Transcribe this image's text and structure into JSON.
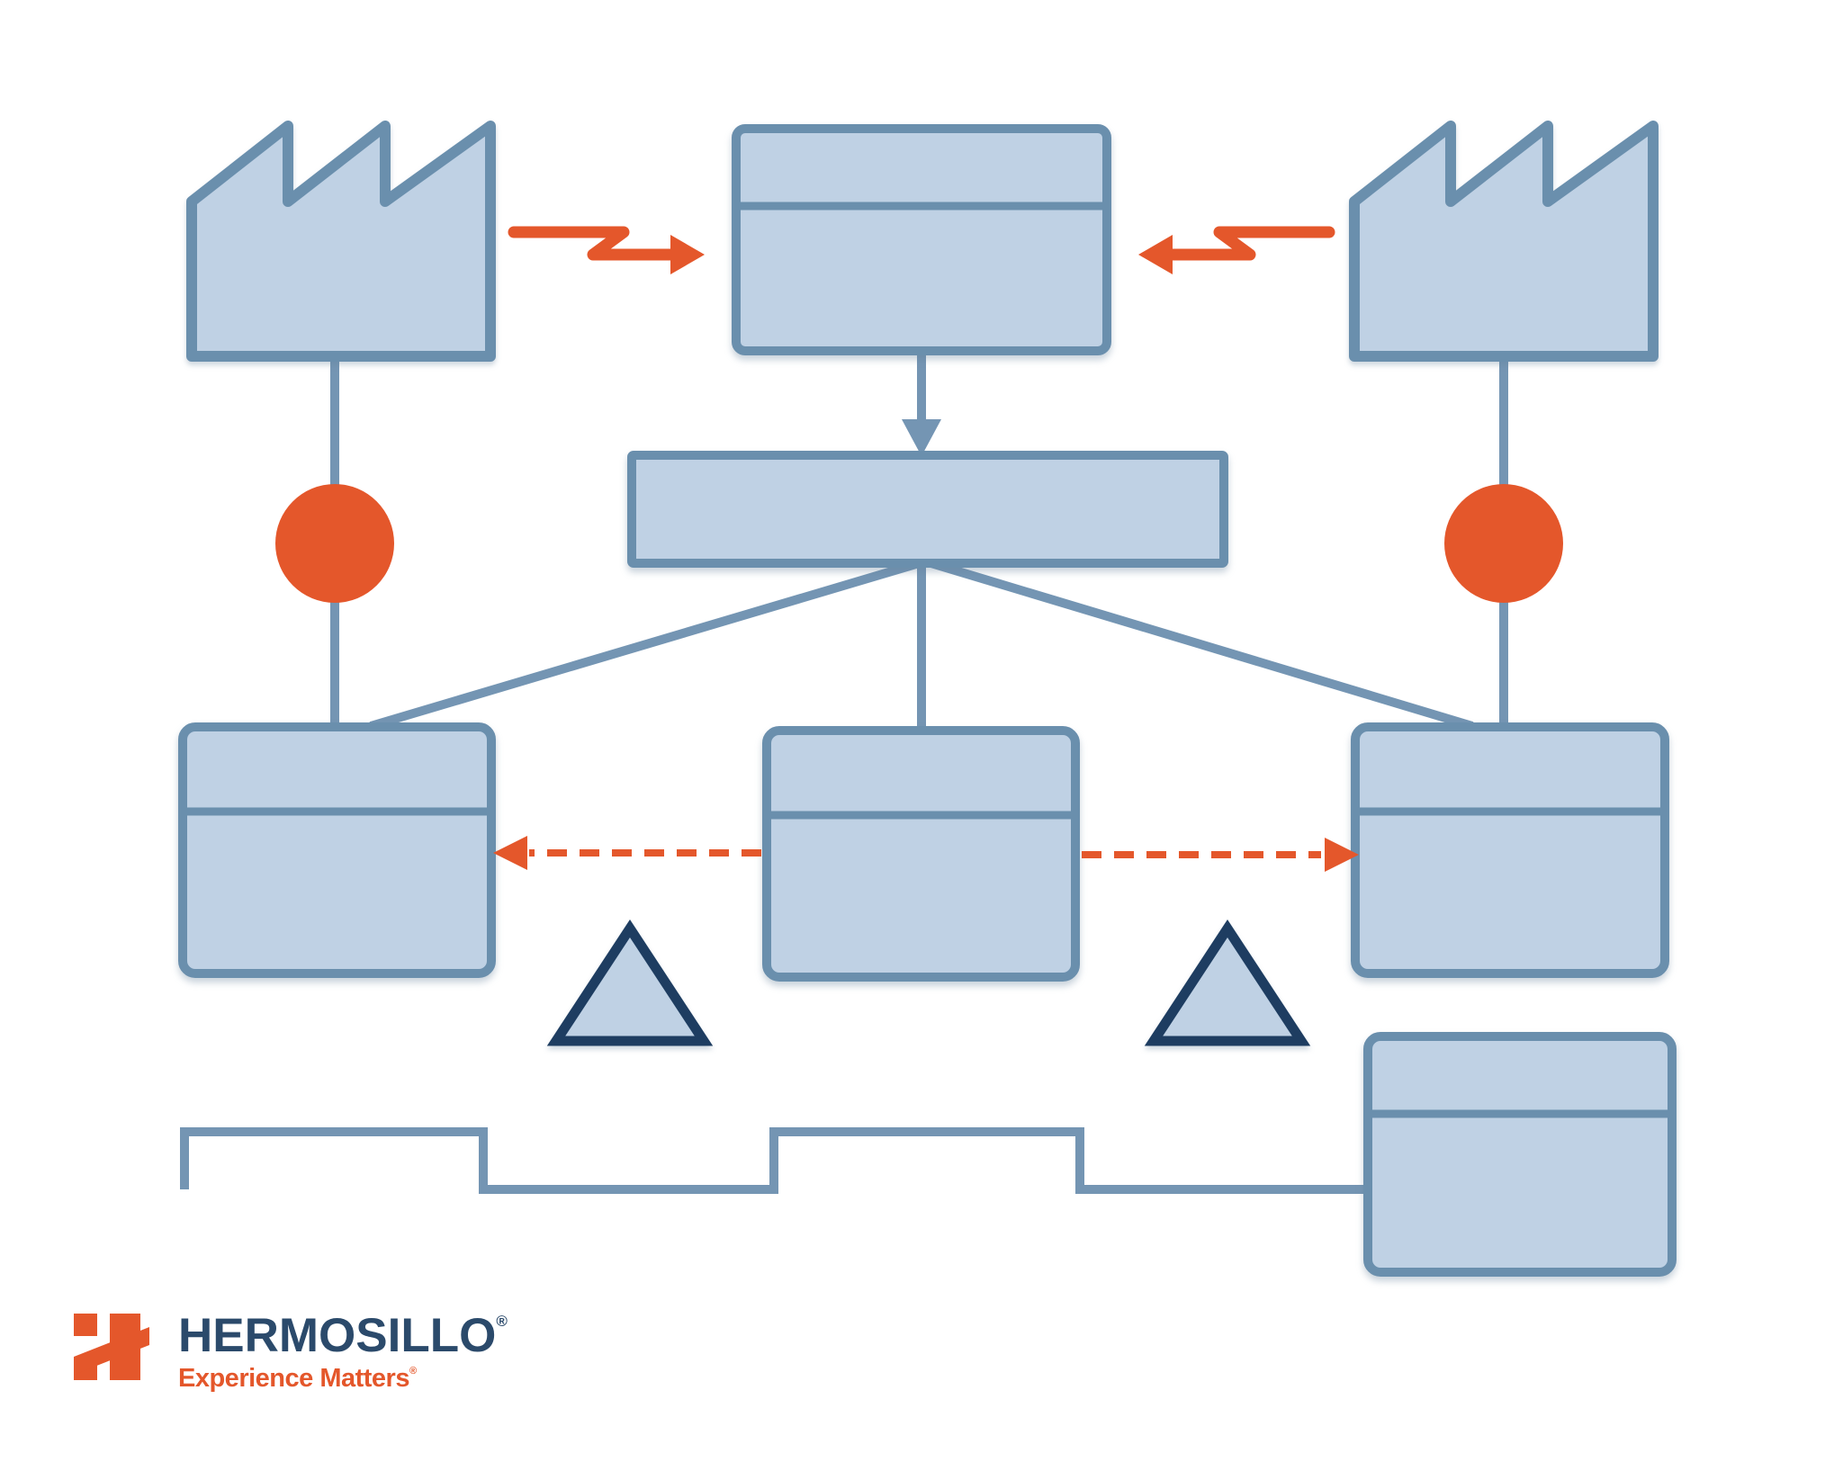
{
  "colors": {
    "background": "#ffffff",
    "shape_fill": "#bfd1e4",
    "shape_border": "#6a8fad",
    "connector": "#7495b3",
    "accent_orange": "#e4572b",
    "inventory_navy": "#1e3d61",
    "logo_navy": "#2b4a6b",
    "logo_orange": "#e4572b"
  },
  "logo": {
    "icon": "hermosillo-h-icon",
    "brand": "HERMOSILLO",
    "brand_reg": "®",
    "tagline": "Experience Matters",
    "tagline_reg": "®"
  },
  "diagram": {
    "kind": "value-stream-map",
    "nodes": [
      {
        "id": "supplier-factory",
        "icon": "factory-icon",
        "label": ""
      },
      {
        "id": "production-control-box",
        "label": "",
        "sections": 2
      },
      {
        "id": "customer-factory",
        "icon": "factory-icon",
        "label": ""
      },
      {
        "id": "schedule-bar",
        "label": "",
        "sections": 1
      },
      {
        "id": "orange-circle-left",
        "icon": "circle-marker-icon",
        "label": ""
      },
      {
        "id": "orange-circle-right",
        "icon": "circle-marker-icon",
        "label": ""
      },
      {
        "id": "process-box-1",
        "label": "",
        "sections": 2
      },
      {
        "id": "process-box-2",
        "label": "",
        "sections": 2
      },
      {
        "id": "process-box-3",
        "label": "",
        "sections": 2
      },
      {
        "id": "inventory-triangle-1",
        "icon": "inventory-triangle-icon",
        "label": ""
      },
      {
        "id": "inventory-triangle-2",
        "icon": "inventory-triangle-icon",
        "label": ""
      },
      {
        "id": "shipment-data-box",
        "label": "",
        "sections": 2
      }
    ],
    "connectors": [
      {
        "id": "info-flow-from-supplier",
        "type": "electronic-zigzag-arrow",
        "direction": "right"
      },
      {
        "id": "info-flow-from-customer",
        "type": "electronic-zigzag-arrow",
        "direction": "left"
      },
      {
        "id": "schedule-down-arrow",
        "type": "solid-arrow",
        "direction": "down"
      },
      {
        "id": "supplier-stem",
        "type": "line"
      },
      {
        "id": "customer-stem",
        "type": "line"
      },
      {
        "id": "bar-to-process-1",
        "type": "line"
      },
      {
        "id": "bar-to-process-2",
        "type": "line"
      },
      {
        "id": "bar-to-process-3",
        "type": "line"
      },
      {
        "id": "withdrawal-arrow-left",
        "type": "dashed-arrow",
        "direction": "left"
      },
      {
        "id": "withdrawal-arrow-right",
        "type": "dashed-arrow",
        "direction": "right"
      },
      {
        "id": "lead-time-ladder",
        "type": "stepped-timeline"
      }
    ]
  }
}
